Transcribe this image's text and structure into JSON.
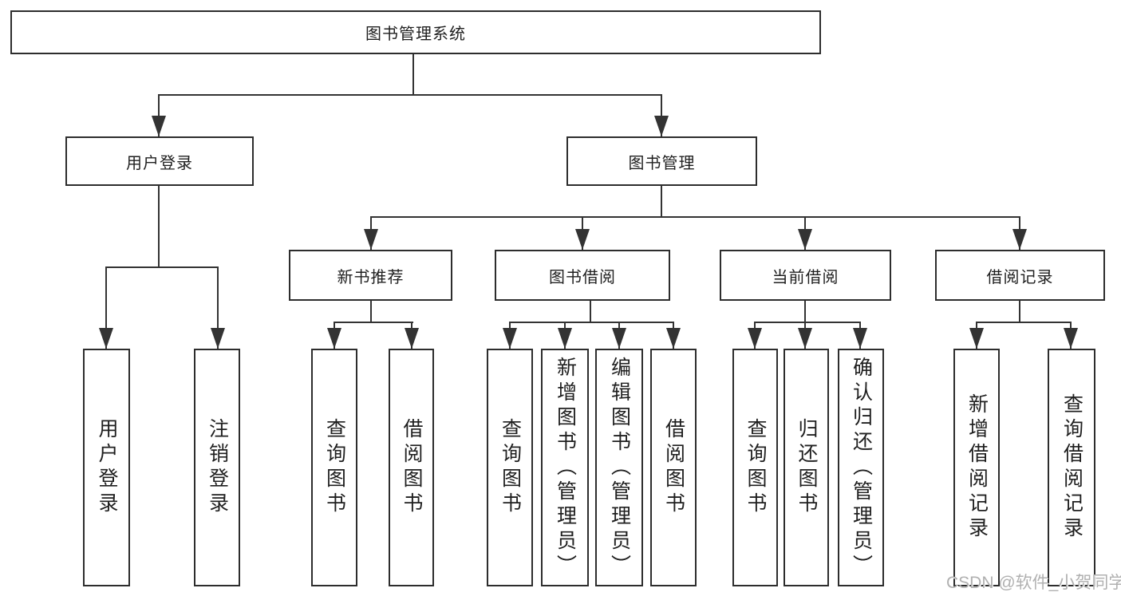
{
  "watermark": "CSDN @软件_小贺同学",
  "line_color": "#333333",
  "nodes": {
    "root": "图书管理系统",
    "user_login": "用户登录",
    "book_mgmt": "图书管理",
    "new_books": "新书推荐",
    "book_borrow": "图书借阅",
    "current_borrow": "当前借阅",
    "borrow_records": "借阅记录",
    "leaf_user_login": "用户登录",
    "leaf_logout": "注销登录",
    "nb_query_books": "查询图书",
    "nb_borrow_books": "借阅图书",
    "bb_query_books": "查询图书",
    "bb_add_books": "新增图书（管理员）",
    "bb_edit_books": "编辑图书（管理员）",
    "bb_borrow_books": "借阅图书",
    "cb_query_books": "查询图书",
    "cb_return_books": "归还图书",
    "cb_confirm_return": "确认归还（管理员）",
    "br_add_record": "新增借阅记录",
    "br_query_record": "查询借阅记录"
  },
  "tree": {
    "label": "图书管理系统",
    "children": [
      {
        "label": "用户登录",
        "children": [
          {
            "label": "用户登录"
          },
          {
            "label": "注销登录"
          }
        ]
      },
      {
        "label": "图书管理",
        "children": [
          {
            "label": "新书推荐",
            "children": [
              {
                "label": "查询图书"
              },
              {
                "label": "借阅图书"
              }
            ]
          },
          {
            "label": "图书借阅",
            "children": [
              {
                "label": "查询图书"
              },
              {
                "label": "新增图书（管理员）"
              },
              {
                "label": "编辑图书（管理员）"
              },
              {
                "label": "借阅图书"
              }
            ]
          },
          {
            "label": "当前借阅",
            "children": [
              {
                "label": "查询图书"
              },
              {
                "label": "归还图书"
              },
              {
                "label": "确认归还（管理员）"
              }
            ]
          },
          {
            "label": "借阅记录",
            "children": [
              {
                "label": "新增借阅记录"
              },
              {
                "label": "查询借阅记录"
              }
            ]
          }
        ]
      }
    ]
  }
}
